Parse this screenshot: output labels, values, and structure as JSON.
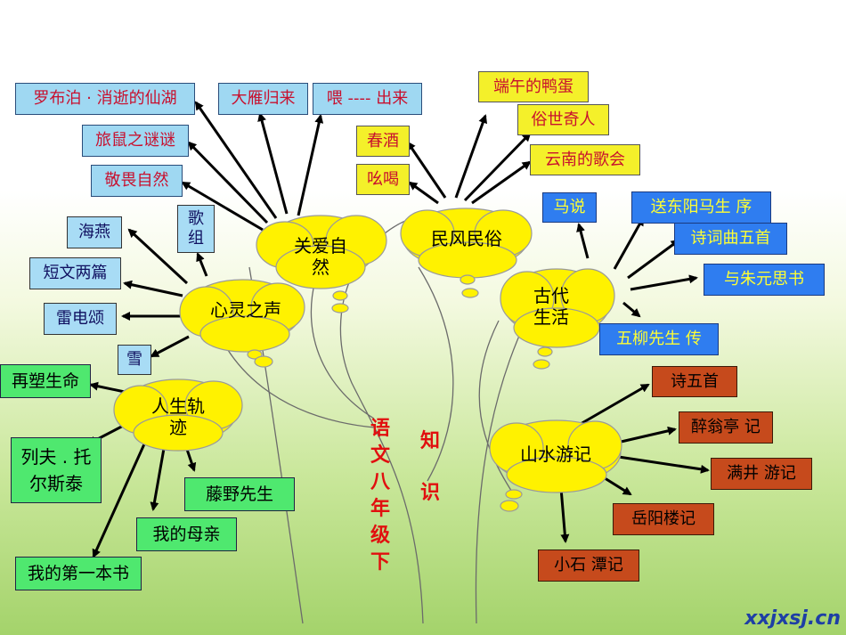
{
  "hubs": {
    "guanai": "关爱自然",
    "minfeng": "民风民俗",
    "xinling": "心灵之声",
    "gudai": "古代生活",
    "rensheng": "人生轨迹",
    "shanshui": "山水游记"
  },
  "center": {
    "col1": "语文八年级下",
    "col2": "知识"
  },
  "guanai_items": [
    "罗布泊 · 消逝的仙湖",
    "大雁归来",
    "喂 ---- 出来",
    "旅鼠之谜谜",
    "敬畏自然"
  ],
  "minfeng_items": [
    "端午的鸭蛋",
    "俗世奇人",
    "春酒",
    "云南的歌会",
    "吆喝"
  ],
  "xinling_items": [
    "海燕",
    "歌 组",
    "短文两篇",
    "雷电颂",
    "雪"
  ],
  "gudai_items": [
    "马说",
    "送东阳马生  序",
    "诗词曲五首",
    "与朱元思书",
    "五柳先生  传"
  ],
  "rensheng_items": [
    "再塑生命",
    "列夫 . 托尔斯泰",
    "藤野先生",
    "我的母亲",
    "我的第一本书"
  ],
  "shanshui_items": [
    "诗五首",
    "醉翁亭  记",
    "满井  游记",
    "岳阳楼记",
    "小石  潭记"
  ],
  "watermark": "xxjxsj.cn",
  "colors": {
    "cloud": "#fff200",
    "item_blue": "#9fd8f2",
    "item_yellow": "#f4f02a",
    "item_green": "#4fe86f",
    "item_royal": "#2f7df0",
    "item_rust": "#c64a1c",
    "center_text": "#e10f0f"
  }
}
